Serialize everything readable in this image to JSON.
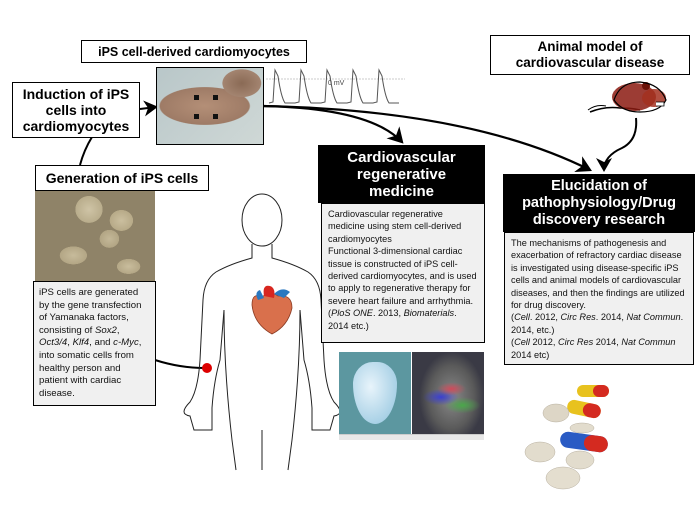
{
  "titles": {
    "cardiomyocytes": "iPS cell-derived cardiomyocytes",
    "induction": "Induction of iPS cells into cardiomyocytes",
    "generation": "Generation of iPS cells",
    "animal_model": "Animal model of cardiovascular disease",
    "regenerative": "Cardiovascular regenerative medicine",
    "elucidation": "Elucidation of pathophysiology/Drug discovery research"
  },
  "waveform": {
    "label": "0 mV",
    "peaks": 5
  },
  "descriptions": {
    "generation": {
      "p1": "iPS cells are generated by the gene transfection of Yamanaka factors, consisting of ",
      "f1": "Sox2",
      "s1": ", ",
      "f2": "Oct3/4",
      "s2": ", ",
      "f3": "Klf4",
      "s3": ", and ",
      "f4": "c-Myc",
      "p2": ", into somatic cells from healthy person and patient with cardiac disease."
    },
    "regenerative": {
      "line1": "Cardiovascular regenerative medicine using stem cell-derived cardiomyocytes",
      "line2": "Functional 3-dimensional cardiac tissue is constructed of  iPS cell-derived cardiomyocytes, and is used to apply  to regenerative therapy for severe heart failure and arrhythmia.",
      "ref_open": "(",
      "ref1_journal": "PloS ONE",
      "ref1_rest": ". 2013, ",
      "ref2_journal": "Biomaterials",
      "ref2_rest": ". 2014 etc.)"
    },
    "elucidation": {
      "body": "The mechanisms of pathogenesis and exacerbation of refractory cardiac disease is investigated using disease-specific iPS cells and animal models of cardiovascular diseases, and then the findings are utilized for drug discovery.",
      "refA": {
        "open": "(",
        "j1": "Cell",
        "t1": ". 2012, ",
        "j2": "Circ Res",
        "t2": ". 2014, ",
        "j3": "Nat Commun",
        "t3": ". 2014, etc.)"
      },
      "refB": {
        "open": "(",
        "j1": "Cell",
        "t1": " 2012, ",
        "j2": "Circ Res",
        "t2": " 2014, ",
        "j3": "Nat Commun",
        "t3": " 2014 etc)"
      }
    }
  },
  "images": {
    "cardiomyocyte_micrograph": "cardiomyocyte-micrograph",
    "ips_colonies_micrograph": "ips-colonies-micrograph",
    "rat": "rat-illustration",
    "human_body": "human-body-outline",
    "heart": "heart-illustration",
    "engineered_heart": "engineered-heart-photo",
    "fluorescence": "fluorescence-heart-image",
    "pills": "pills-illustration"
  },
  "colors": {
    "black_box": "#000000",
    "desc_bg": "#f0f0f0",
    "marker": "#dd0000",
    "rat": "#8b1a10"
  }
}
